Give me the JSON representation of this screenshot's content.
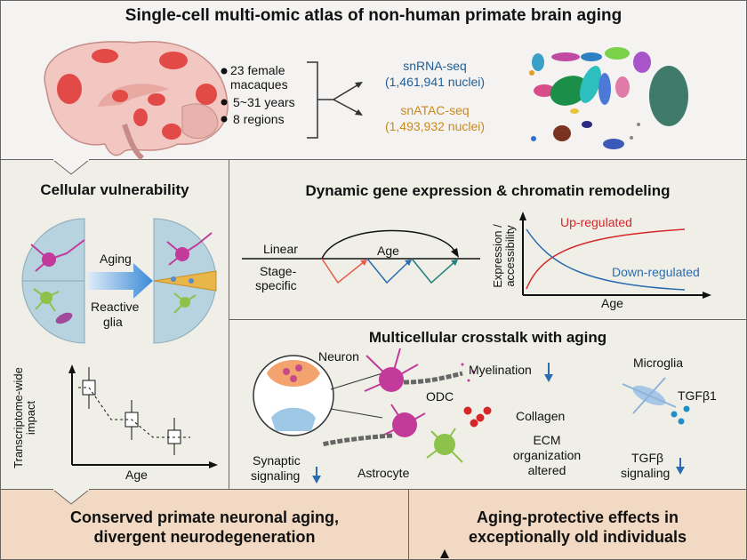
{
  "header": {
    "title": "Single-cell multi-omic atlas of non-human primate brain aging",
    "cohort": [
      "23 female macaques",
      "5~31 years",
      "8 regions"
    ],
    "rna_label": "snRNA-seq",
    "rna_nuclei": "(1,461,941 nuclei)",
    "atac_label": "snATAC-seq",
    "atac_nuclei": "(1,493,932 nuclei)"
  },
  "vulnerability": {
    "title": "Cellular vulnerability",
    "aging_label": "Aging",
    "reactive_label_1": "Reactive",
    "reactive_label_2": "glia",
    "plot_ylabel_1": "Transcriptome-wide",
    "plot_ylabel_2": "impact",
    "plot_xlabel": "Age"
  },
  "dynamics": {
    "title": "Dynamic gene expression & chromatin remodeling",
    "linear_label": "Linear",
    "stage_label_1": "Stage-",
    "stage_label_2": "specific",
    "age_label": "Age",
    "ylabel_1": "Expression /",
    "ylabel_2": "accessibility",
    "up_label": "Up-regulated",
    "down_label": "Down-regulated",
    "xlabel": "Age"
  },
  "crosstalk": {
    "title": "Multicellular crosstalk with aging",
    "neuron": "Neuron",
    "odc": "ODC",
    "myelination": "Myelination",
    "microglia": "Microglia",
    "tgfb1": "TGFβ1",
    "collagen": "Collagen",
    "ecm_1": "ECM",
    "ecm_2": "organization",
    "ecm_3": "altered",
    "synaptic_1": "Synaptic",
    "synaptic_2": "signaling",
    "astrocyte": "Astrocyte",
    "tgfb_sig_1": "TGFβ",
    "tgfb_sig_2": "signaling"
  },
  "footer": {
    "left_1": "Conserved primate neuronal aging,",
    "left_2": "divergent neurodegeneration",
    "right_1": "Aging-protective effects in",
    "right_2": "exceptionally old individuals"
  },
  "colors": {
    "header_bg": "#f4f3f1",
    "panel_bg": "#efefe8",
    "footer_bg": "#f2d9c3",
    "rna": "#1f5f96",
    "atac": "#c98a1c",
    "up": "#d62728",
    "down": "#2b6cb0"
  }
}
